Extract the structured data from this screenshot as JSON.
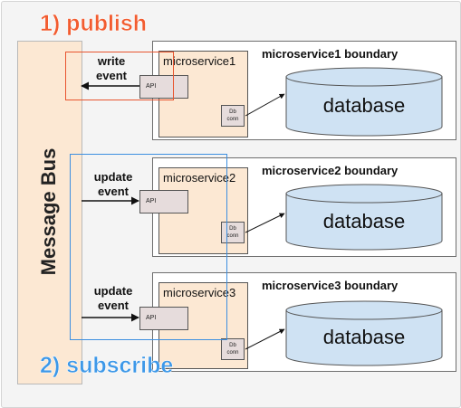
{
  "bus": {
    "label": "Message Bus"
  },
  "steps": {
    "publish": "1) publish",
    "subscribe": "2) subscribe"
  },
  "services": [
    {
      "boundary_title": "microservice1 boundary",
      "name": "microservice1",
      "api": "API",
      "db_conn": [
        "Db",
        "conn"
      ],
      "database": "database",
      "event_label": [
        "write",
        "event"
      ]
    },
    {
      "boundary_title": "microservice2 boundary",
      "name": "microservice2",
      "api": "API",
      "db_conn": [
        "Db",
        "conn"
      ],
      "database": "database",
      "event_label": [
        "update",
        "event"
      ]
    },
    {
      "boundary_title": "microservice3 boundary",
      "name": "microservice3",
      "api": "API",
      "db_conn": [
        "Db",
        "conn"
      ],
      "database": "database",
      "event_label": [
        "update",
        "event"
      ]
    }
  ],
  "colors": {
    "bus_fill": "#fce8d3",
    "service_fill": "#fce8d3",
    "database_fill": "#cfe2f3",
    "publish_highlight": "#f25c30",
    "subscribe_highlight": "#3d98e8"
  }
}
